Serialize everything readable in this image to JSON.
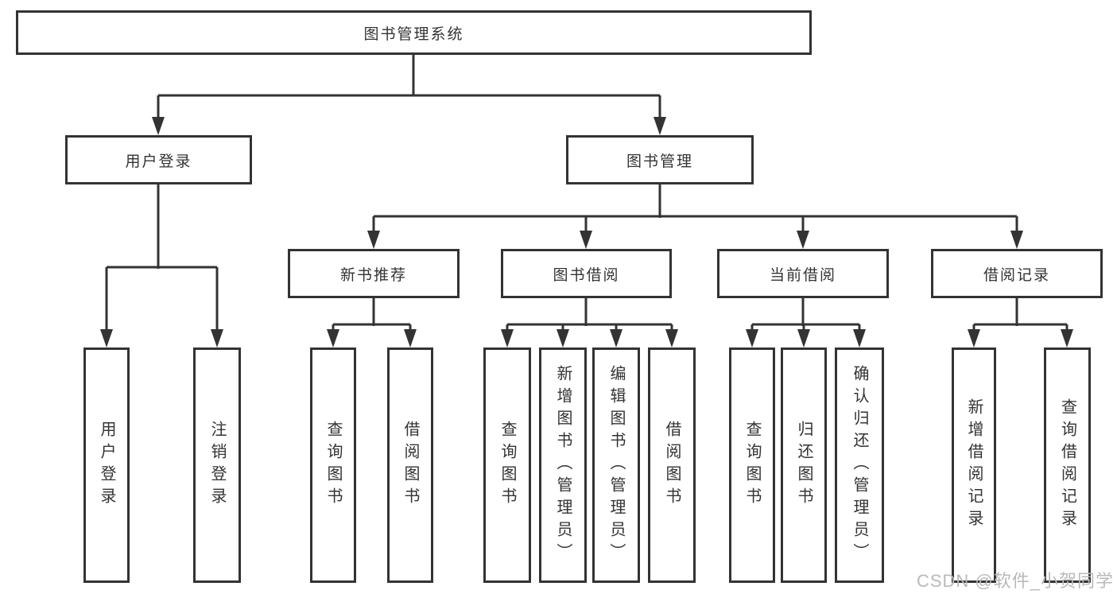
{
  "diagram": {
    "root": {
      "label": "图书管理系统"
    },
    "level2": {
      "user_login": "用户登录",
      "book_management": "图书管理"
    },
    "level3": {
      "new_book_recommend": "新书推荐",
      "book_borrowing": "图书借阅",
      "current_borrowing": "当前借阅",
      "borrowing_records": "借阅记录"
    },
    "leaves": {
      "user_login": "用户登录",
      "logout": "注销登录",
      "recommend_query_books": "查询图书",
      "recommend_borrow_books": "借阅图书",
      "borrow_query_books": "查询图书",
      "borrow_add_books_admin": "新增图书（管理员）",
      "borrow_edit_books_admin": "编辑图书（管理员）",
      "borrow_borrow_books": "借阅图书",
      "current_query_books": "查询图书",
      "current_return_books": "归还图书",
      "current_confirm_return_admin": "确认归还（管理员）",
      "records_add_record": "新增借阅记录",
      "records_query_record": "查询借阅记录"
    },
    "watermark": "CSDN @软件_小贺同学"
  },
  "colors": {
    "line": "#333333",
    "text": "#333333",
    "watermark": "#b9b9b9",
    "background": "#ffffff"
  }
}
